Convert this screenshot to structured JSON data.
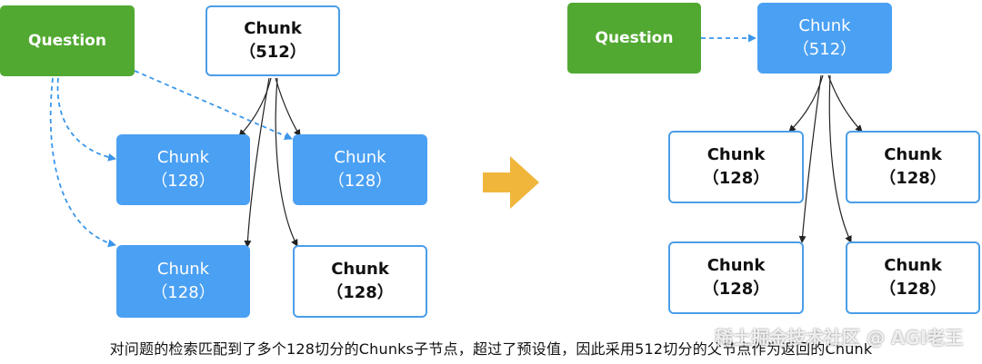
{
  "left": {
    "question": "Question",
    "parent": {
      "title": "Chunk",
      "size": "（512）"
    },
    "children": [
      {
        "title": "Chunk",
        "size": "（128）"
      },
      {
        "title": "Chunk",
        "size": "（128）"
      },
      {
        "title": "Chunk",
        "size": "（128）"
      },
      {
        "title": "Chunk",
        "size": "（128）"
      }
    ]
  },
  "right": {
    "question": "Question",
    "parent": {
      "title": "Chunk",
      "size": "（512）"
    },
    "children": [
      {
        "title": "Chunk",
        "size": "（128）"
      },
      {
        "title": "Chunk",
        "size": "（128）"
      },
      {
        "title": "Chunk",
        "size": "（128）"
      },
      {
        "title": "Chunk",
        "size": "（128）"
      }
    ]
  },
  "caption": "对问题的检索匹配到了多个128切分的Chunks子节点，超过了预设值，因此采用512切分的父节点作为返回的Chunk",
  "watermark": "稀土掘金技术社区 @ AGI老王",
  "colors": {
    "question_green": "#52a932",
    "chunk_blue": "#4aa0f3",
    "border_blue": "#4a9ee8",
    "arrow_orange": "#f0b63c"
  }
}
